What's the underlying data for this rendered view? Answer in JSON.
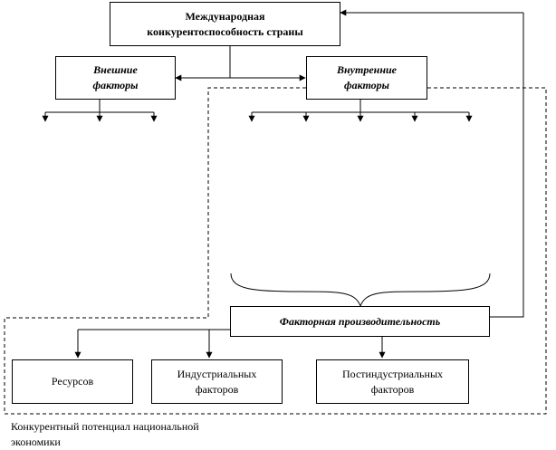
{
  "diagram": {
    "top_box": "Международная\nконкурентоспособность страны",
    "external_box": "Внешние\nфакторы",
    "internal_box": "Внутренние\nфакторы",
    "productivity_box": "Факторная производительность",
    "resources_box": "Ресурсов",
    "industrial_box": "Индустриальных\nфакторов",
    "postindustrial_box": "Постиндустриальных\nфакторов",
    "caption": "Конкурентный потенциал национальной\nэкономики"
  },
  "colors": {
    "line": "#000000",
    "background": "#ffffff"
  }
}
